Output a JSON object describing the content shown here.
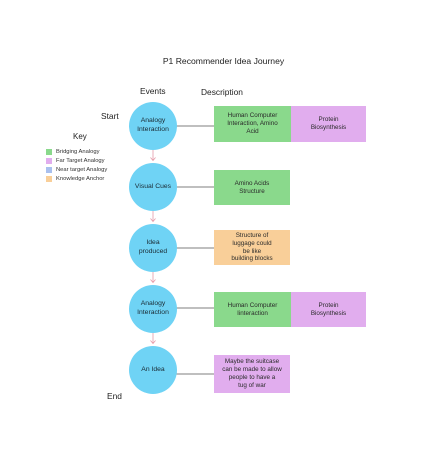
{
  "title": "P1 Recommender Idea Journey",
  "headers": {
    "events": "Events",
    "description": "Description"
  },
  "markers": {
    "start": "Start",
    "end": "End"
  },
  "key": {
    "title": "Key",
    "items": [
      {
        "label": "Bridging Analogy",
        "color": "#8ad98c"
      },
      {
        "label": "Far Target Analogy",
        "color": "#e1adee"
      },
      {
        "label": "Near target Analogy",
        "color": "#a9c0ee"
      },
      {
        "label": "Knowledge Anchor",
        "color": "#f9cf99"
      }
    ]
  },
  "events": [
    {
      "label": "Analogy\nInteraction"
    },
    {
      "label": "Visual Cues"
    },
    {
      "label": "Idea\nproduced"
    },
    {
      "label": "Analogy\nInteraction"
    },
    {
      "label": "An Idea"
    }
  ],
  "descriptions": [
    [
      {
        "text": "Human Computer\nInteraction, Amino\nAcid",
        "type": "Bridging Analogy"
      },
      {
        "text": "Protein\nBiosynthesis",
        "type": "Far Target Analogy"
      }
    ],
    [
      {
        "text": "Amino Acids\nStructure",
        "type": "Bridging Analogy"
      }
    ],
    [
      {
        "text": "Structure of\nluggage could\nbe like\nbuilding blocks",
        "type": "Knowledge Anchor"
      }
    ],
    [
      {
        "text": "Human Computer\nIinteraction",
        "type": "Bridging Analogy"
      },
      {
        "text": "Protein\nBiosynthesis",
        "type": "Far Target Analogy"
      }
    ],
    [
      {
        "text": "Maybe the suitcase\ncan be made to allow\npeople to have a\ntug of war",
        "type": "Far Target Analogy"
      }
    ]
  ],
  "colors": {
    "circle": "#6fd3f5",
    "arrow": "#e59aa8",
    "connector": "#555555"
  }
}
